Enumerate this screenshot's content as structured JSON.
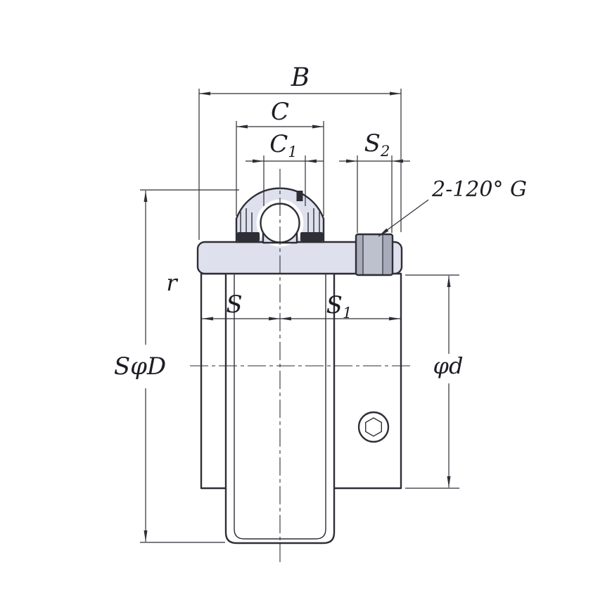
{
  "drawing": {
    "kind": "bearing-insert-dimension-drawing",
    "labels": {
      "b": "B",
      "c": "C",
      "c1_base": "C",
      "c1_sub": "1",
      "s2_base": "S",
      "s2_sub": "2",
      "screw_note": "2-120° G",
      "r": "r",
      "s": "S",
      "s1_base": "S",
      "s1_sub": "1",
      "sphere_dia": "SφD",
      "shaft_dia": "φd"
    },
    "colors": {
      "line": "#2e2e36",
      "fill_light": "#dee1ed",
      "fill_gray": "#a8abb9",
      "fill_gray_light": "#bdc0cd",
      "text": "#1c1c24"
    }
  }
}
